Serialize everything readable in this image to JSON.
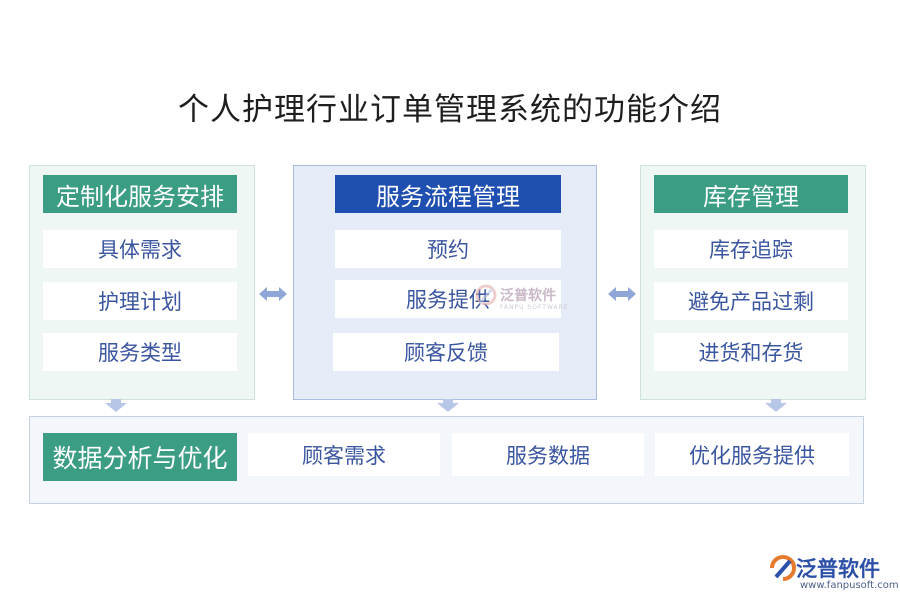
{
  "title": "个人护理行业订单管理系统的功能介绍",
  "left": {
    "header": "定制化服务安排",
    "items": [
      "具体需求",
      "护理计划",
      "服务类型"
    ]
  },
  "middle": {
    "header": "服务流程管理",
    "items": [
      "预约",
      "服务提供",
      "顾客反馈"
    ]
  },
  "right": {
    "header": "库存管理",
    "items": [
      "库存追踪",
      "避免产品过剩",
      "进货和存货"
    ]
  },
  "bottom": {
    "header": "数据分析与优化",
    "items": [
      "顾客需求",
      "服务数据",
      "优化服务提供"
    ]
  },
  "watermark": {
    "text": "泛普软件",
    "sub": "FANPU SOFTWARE"
  },
  "brand": {
    "name": "泛普软件",
    "url": "www.fanpusoft.com"
  },
  "colors": {
    "green_header": "#3a9d84",
    "blue_header": "#1f4fb0",
    "item_text": "#3b56a0",
    "arrow": "#9fb2dc"
  }
}
